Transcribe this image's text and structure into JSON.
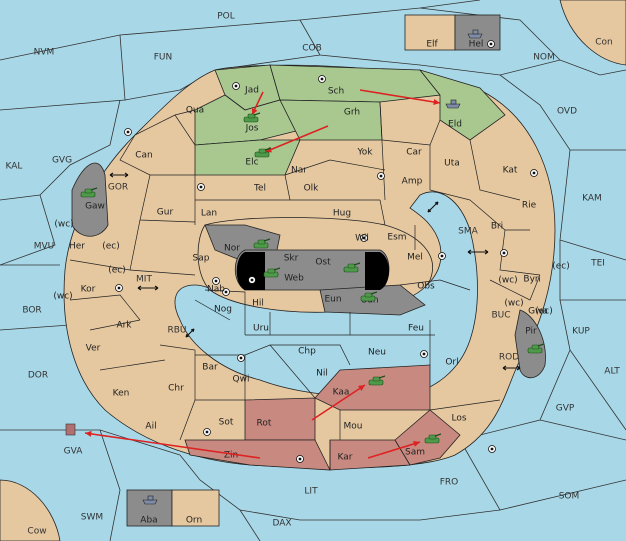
{
  "map": {
    "colors": {
      "sea": "#a8d8e8",
      "land_neutral": "#e6c8a0",
      "land_green": "#a8c890",
      "land_red": "#c88a80",
      "land_gray": "#8c8c8c",
      "order_arrow": "#dd2222"
    },
    "sea_labels": [
      "POL",
      "NVM",
      "FUN",
      "COB",
      "NOM",
      "Con",
      "OVD",
      "KAL",
      "GVG",
      "GOR",
      "KAM",
      "MVU",
      "MIT",
      "SMA",
      "TEI",
      "BOR",
      "RBU",
      "BUC",
      "KUP",
      "DOR",
      "ROD",
      "ALT",
      "GVP",
      "GVA",
      "FRO",
      "SOM",
      "LIT",
      "SWM",
      "DAX",
      "Cow"
    ],
    "land_labels": [
      "Elf",
      "Hel",
      "Jad",
      "Sch",
      "Qua",
      "Jos",
      "Grh",
      "Eld",
      "Can",
      "Elc",
      "Yok",
      "Car",
      "Uta",
      "Kat",
      "Nar",
      "Olk",
      "Tel",
      "Amp",
      "Gaw",
      "Gur",
      "Lan",
      "Hug",
      "Rie",
      "Bri",
      "Wil",
      "Esm",
      "Nor",
      "Skr",
      "Ost",
      "Her",
      "Sap",
      "Web",
      "Mel",
      "Byn",
      "Kor",
      "Nab",
      "Eun",
      "Sun",
      "Obs",
      "Gwa",
      "Hil",
      "Nog",
      "Pir",
      "Ark",
      "Uru",
      "Feu",
      "Chp",
      "Neu",
      "Ver",
      "Bar",
      "Qwi",
      "Nil",
      "Orl",
      "Ken",
      "Chr",
      "Kaa",
      "Rot",
      "Sot",
      "Los",
      "Ail",
      "Mou",
      "Zin",
      "Kar",
      "Sam",
      "Aba",
      "Orn"
    ],
    "coast_marks": [
      "(wc)",
      "(ec)",
      "(ec)",
      "(wc)",
      "(wc)",
      "(ec)",
      "(wc)",
      "(ec)"
    ],
    "units": [
      "Jos green army",
      "Elc green army",
      "Gaw green army",
      "Nor green army",
      "Web green army",
      "Ost green army",
      "Sun green army",
      "Pir green army",
      "Kaa green army",
      "Sam green army",
      "Hel gray fleet",
      "Eld gray fleet",
      "Aba gray fleet"
    ]
  }
}
